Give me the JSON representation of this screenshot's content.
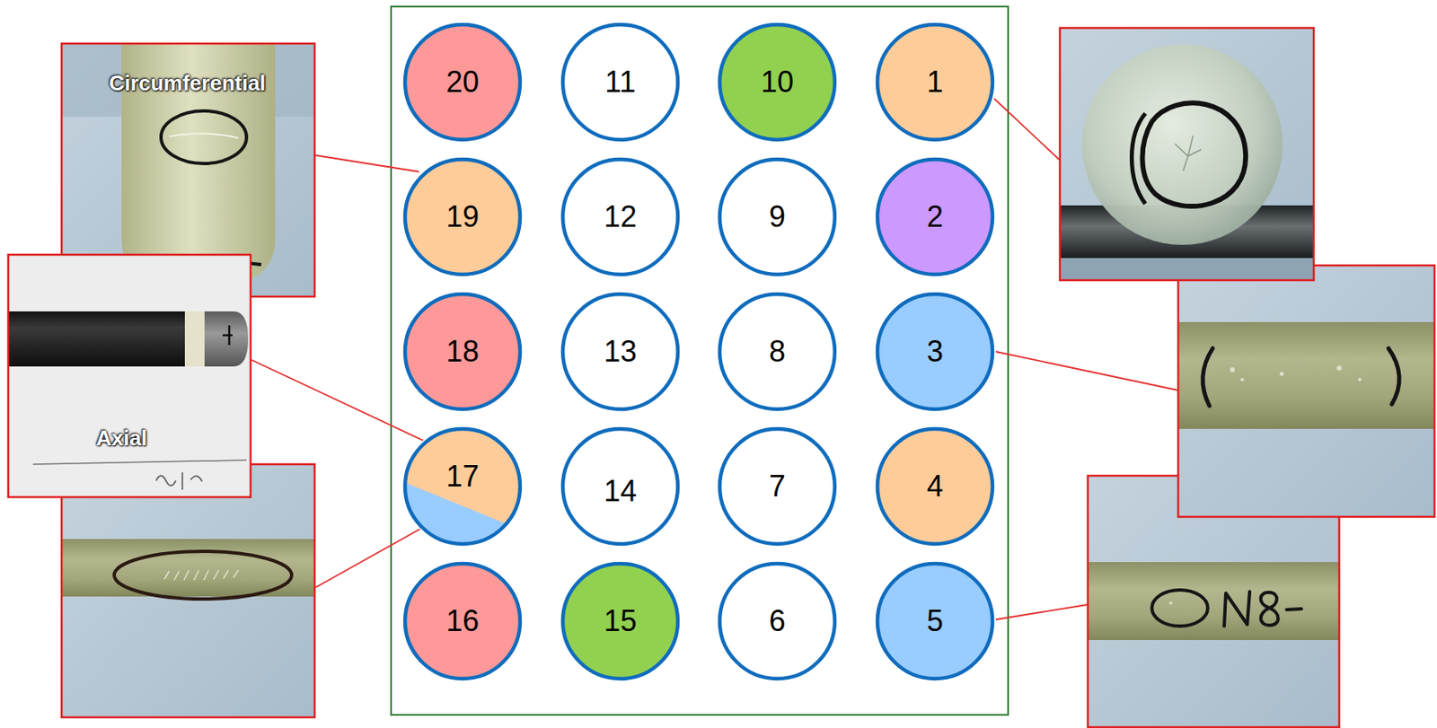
{
  "diagram": {
    "nodes": [
      {
        "text": [
          "20"
        ]
      },
      {
        "text": [
          "11"
        ]
      },
      {
        "text": [
          "10"
        ]
      },
      {
        "text": [
          "1"
        ]
      },
      {
        "text": [
          "19"
        ]
      },
      {
        "text": [
          "12"
        ]
      },
      {
        "text": [
          "9"
        ]
      },
      {
        "text": [
          "2"
        ]
      },
      {
        "text": [
          "18"
        ]
      },
      {
        "text": [
          "13"
        ]
      },
      {
        "text": [
          "8"
        ]
      },
      {
        "text": [
          "3"
        ]
      },
      {
        "text": [
          "17"
        ]
      },
      {
        "text": [
          "14"
        ]
      },
      {
        "text": [
          "7"
        ]
      },
      {
        "text": [
          "4"
        ]
      },
      {
        "text": [
          "16"
        ]
      },
      {
        "text": [
          "15"
        ]
      },
      {
        "text": [
          "6"
        ]
      },
      {
        "text": [
          "5"
        ]
      }
    ],
    "labels": [
      "Circumferential",
      "Axial"
    ]
  }
}
